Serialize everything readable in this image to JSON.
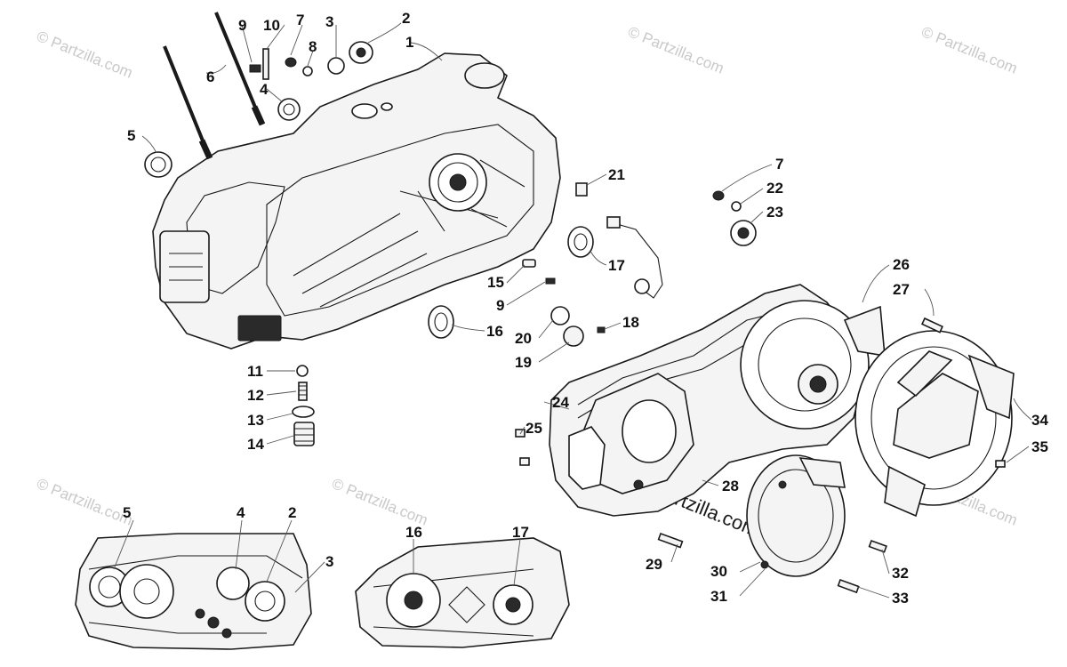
{
  "watermark": {
    "text": "© Partzilla.com",
    "center_text": "© Partzilla.com"
  },
  "callouts": [
    {
      "id": "c1",
      "label": "1"
    },
    {
      "id": "c2",
      "label": "2"
    },
    {
      "id": "c3",
      "label": "3"
    },
    {
      "id": "c4",
      "label": "4"
    },
    {
      "id": "c5",
      "label": "5"
    },
    {
      "id": "c6",
      "label": "6"
    },
    {
      "id": "c7",
      "label": "7"
    },
    {
      "id": "c8",
      "label": "8"
    },
    {
      "id": "c9",
      "label": "9"
    },
    {
      "id": "c10",
      "label": "10"
    },
    {
      "id": "c11",
      "label": "11"
    },
    {
      "id": "c12",
      "label": "12"
    },
    {
      "id": "c13",
      "label": "13"
    },
    {
      "id": "c14",
      "label": "14"
    },
    {
      "id": "c15",
      "label": "15"
    },
    {
      "id": "c16",
      "label": "16"
    },
    {
      "id": "c17",
      "label": "17"
    },
    {
      "id": "c9b",
      "label": "9"
    },
    {
      "id": "c18",
      "label": "18"
    },
    {
      "id": "c19",
      "label": "19"
    },
    {
      "id": "c20",
      "label": "20"
    },
    {
      "id": "c21",
      "label": "21"
    },
    {
      "id": "c7b",
      "label": "7"
    },
    {
      "id": "c22",
      "label": "22"
    },
    {
      "id": "c23",
      "label": "23"
    },
    {
      "id": "c24",
      "label": "24"
    },
    {
      "id": "c25",
      "label": "25"
    },
    {
      "id": "c26",
      "label": "26"
    },
    {
      "id": "c27",
      "label": "27"
    },
    {
      "id": "c28",
      "label": "28"
    },
    {
      "id": "c29",
      "label": "29"
    },
    {
      "id": "c30",
      "label": "30"
    },
    {
      "id": "c31",
      "label": "31"
    },
    {
      "id": "c32",
      "label": "32"
    },
    {
      "id": "c33",
      "label": "33"
    },
    {
      "id": "c34",
      "label": "34"
    },
    {
      "id": "c35",
      "label": "35"
    },
    {
      "id": "d5",
      "label": "5"
    },
    {
      "id": "d4",
      "label": "4"
    },
    {
      "id": "d2",
      "label": "2"
    },
    {
      "id": "d3",
      "label": "3"
    },
    {
      "id": "d16",
      "label": "16"
    },
    {
      "id": "d17",
      "label": "17"
    }
  ]
}
